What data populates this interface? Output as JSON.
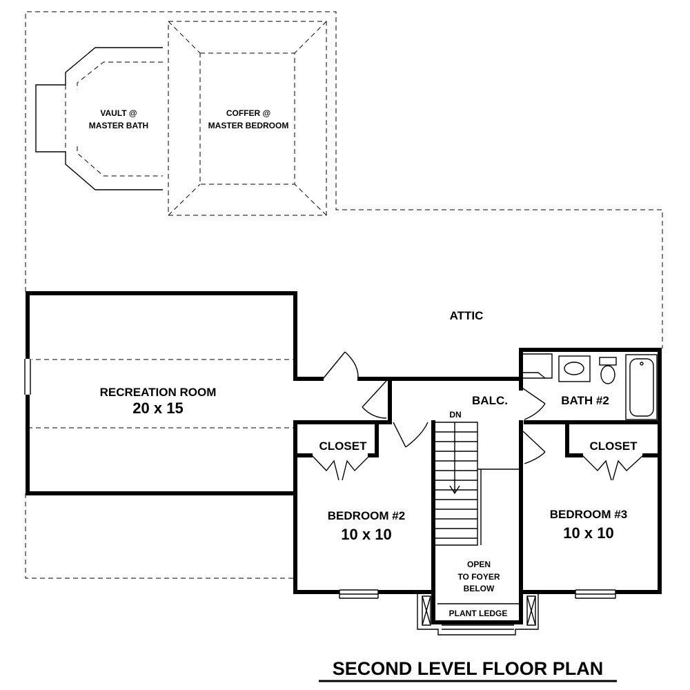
{
  "title": "SECOND LEVEL FLOOR PLAN",
  "rooms": {
    "vault": {
      "line1": "VAULT @",
      "line2": "MASTER BATH"
    },
    "coffer": {
      "line1": "COFFER @",
      "line2": "MASTER BEDROOM"
    },
    "attic": "ATTIC",
    "recreation": {
      "name": "RECREATION ROOM",
      "size": "20 x 15"
    },
    "balcony": "BALC.",
    "stair_dn": "DN",
    "bath2": "BATH #2",
    "closet_left": "CLOSET",
    "closet_right": "CLOSET",
    "bedroom2": {
      "name": "BEDROOM #2",
      "size": "10 x 10"
    },
    "bedroom3": {
      "name": "BEDROOM #3",
      "size": "10 x 10"
    },
    "open_foyer": {
      "line1": "OPEN",
      "line2": "TO FOYER",
      "line3": "BELOW"
    },
    "plant_ledge": "PLANT LEDGE"
  }
}
